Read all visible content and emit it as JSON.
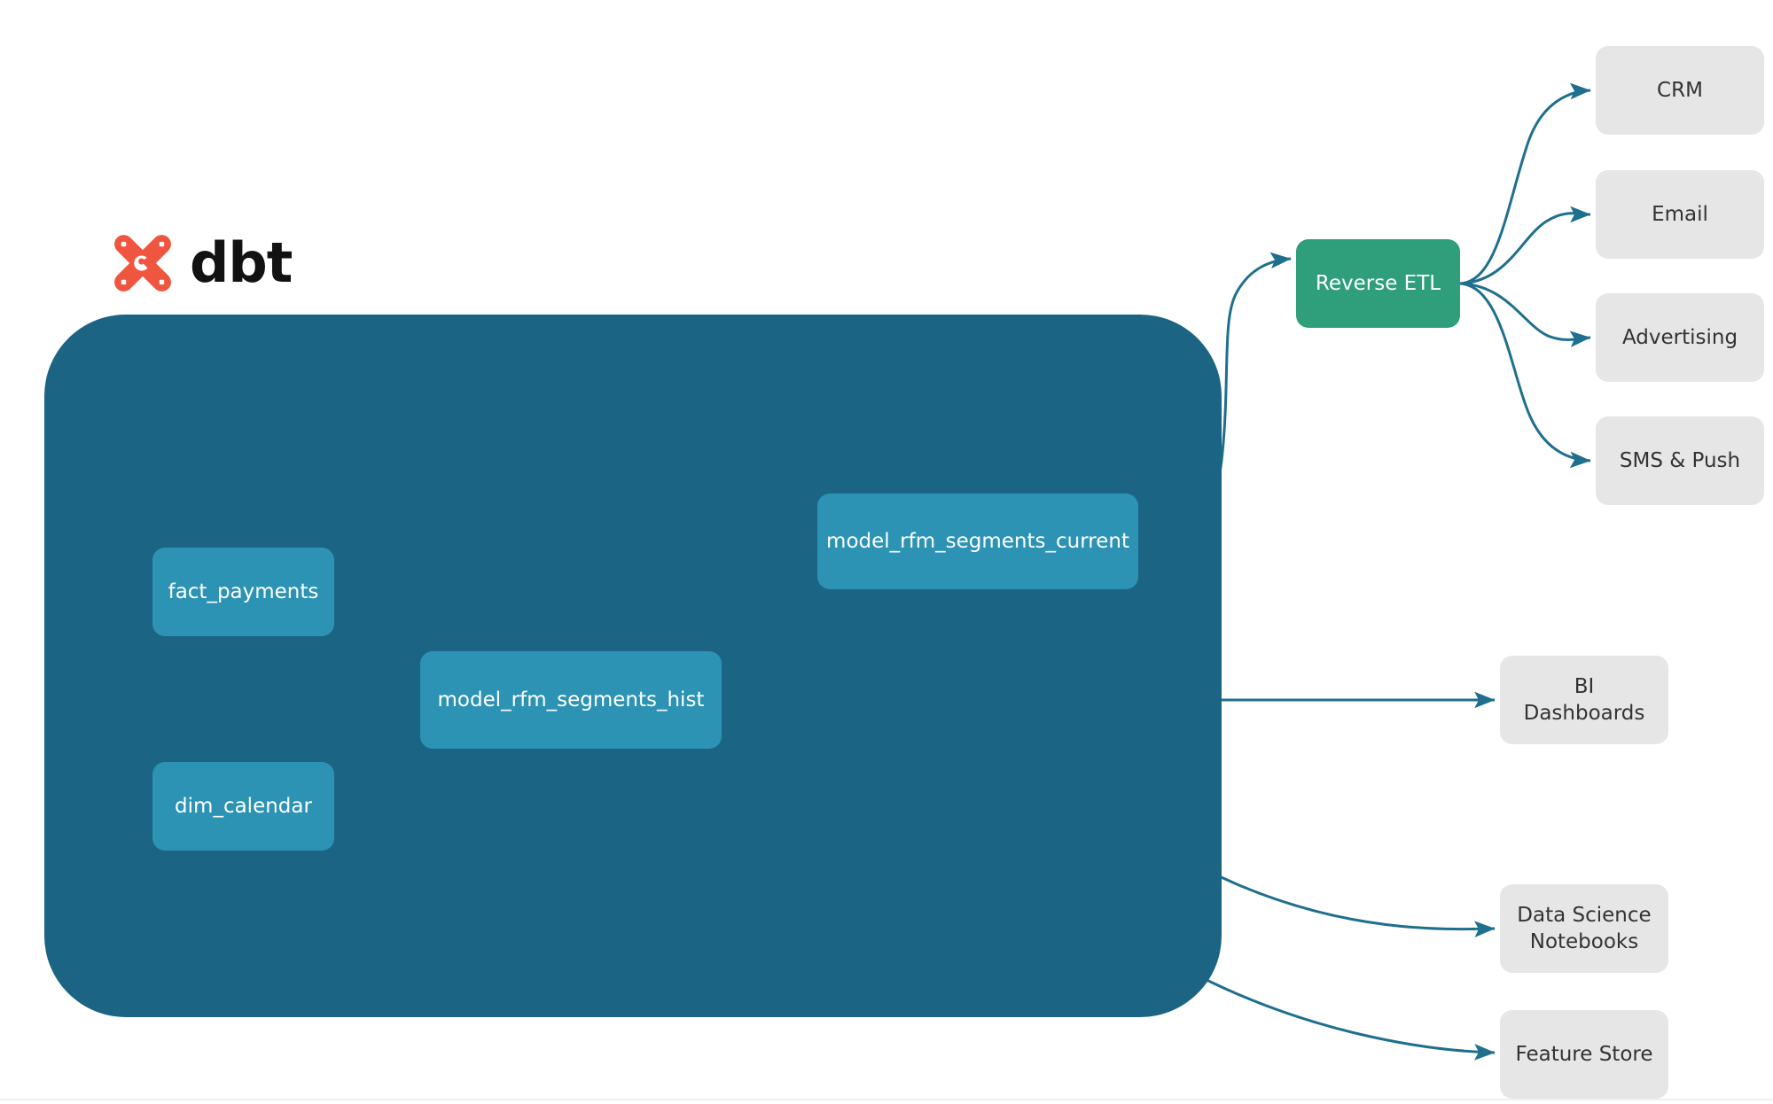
{
  "brand": {
    "logo_icon": "dbt-logo-icon",
    "wordmark": "dbt",
    "logo_color": "#F0563F",
    "wordmark_color": "#121212"
  },
  "colors": {
    "container_fill": "#1C6483",
    "model_node_fill": "#2C93B4",
    "reverse_etl_fill": "#2E9E7B",
    "sink_fill": "#E6E6E6",
    "edge_external": "#1F6F8E",
    "edge_internal": "#2E92B2",
    "background": "#FFFFFF"
  },
  "diagram": {
    "type": "data-lineage-flow",
    "container_label": "",
    "models": [
      {
        "id": "fact_payments",
        "label": "fact_payments"
      },
      {
        "id": "dim_calendar",
        "label": "dim_calendar"
      },
      {
        "id": "model_rfm_segments_hist",
        "label": "model_rfm_segments_hist"
      },
      {
        "id": "model_rfm_segments_current",
        "label": "model_rfm_segments_current"
      }
    ],
    "activation": {
      "id": "reverse_etl",
      "label": "Reverse ETL"
    },
    "destinations": [
      {
        "id": "crm",
        "label": "CRM"
      },
      {
        "id": "email",
        "label": "Email"
      },
      {
        "id": "advertising",
        "label": "Advertising"
      },
      {
        "id": "sms_push",
        "label": "SMS & Push"
      }
    ],
    "consumers": [
      {
        "id": "bi_dashboards",
        "label": "BI Dashboards"
      },
      {
        "id": "ds_notebooks",
        "label": "Data Science\nNotebooks",
        "line1": "Data Science",
        "line2": "Notebooks"
      },
      {
        "id": "feature_store",
        "label": "Feature Store"
      }
    ],
    "edges": [
      {
        "from": "fact_payments",
        "to": "model_rfm_segments_hist"
      },
      {
        "from": "dim_calendar",
        "to": "model_rfm_segments_hist"
      },
      {
        "from": "model_rfm_segments_hist",
        "to": "model_rfm_segments_current"
      },
      {
        "from": "model_rfm_segments_current",
        "to": "reverse_etl"
      },
      {
        "from": "reverse_etl",
        "to": "crm"
      },
      {
        "from": "reverse_etl",
        "to": "email"
      },
      {
        "from": "reverse_etl",
        "to": "advertising"
      },
      {
        "from": "reverse_etl",
        "to": "sms_push"
      },
      {
        "from": "model_rfm_segments_hist",
        "to": "bi_dashboards"
      },
      {
        "from": "model_rfm_segments_hist",
        "to": "ds_notebooks"
      },
      {
        "from": "model_rfm_segments_hist",
        "to": "feature_store"
      }
    ]
  }
}
